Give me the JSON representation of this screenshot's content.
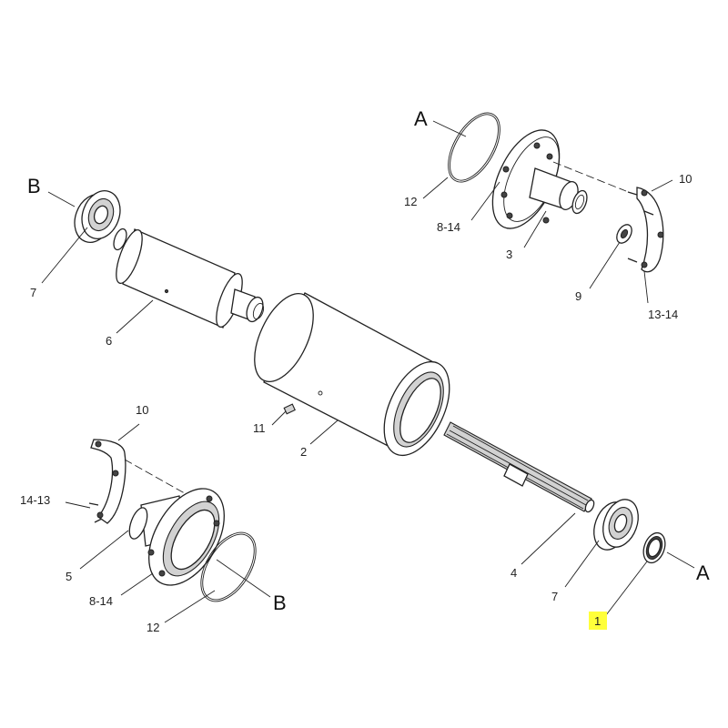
{
  "labels": {
    "a_top": "A",
    "a_bottom": "A",
    "b_left": "B",
    "b_bottom": "B",
    "p1": "1",
    "p2": "2",
    "p3": "3",
    "p4": "4",
    "p5": "5",
    "p6": "6",
    "p7_left": "7",
    "p7_right": "7",
    "p9": "9",
    "p10_top": "10",
    "p10_left": "10",
    "p11": "11",
    "p12_top": "12",
    "p12_bottom": "12",
    "p8_14_top": "8-14",
    "p8_14_bottom": "8-14",
    "p13_14": "13-14",
    "p14_13": "14-13"
  },
  "highlight": {
    "label": "1",
    "color": "#ffff3a"
  }
}
